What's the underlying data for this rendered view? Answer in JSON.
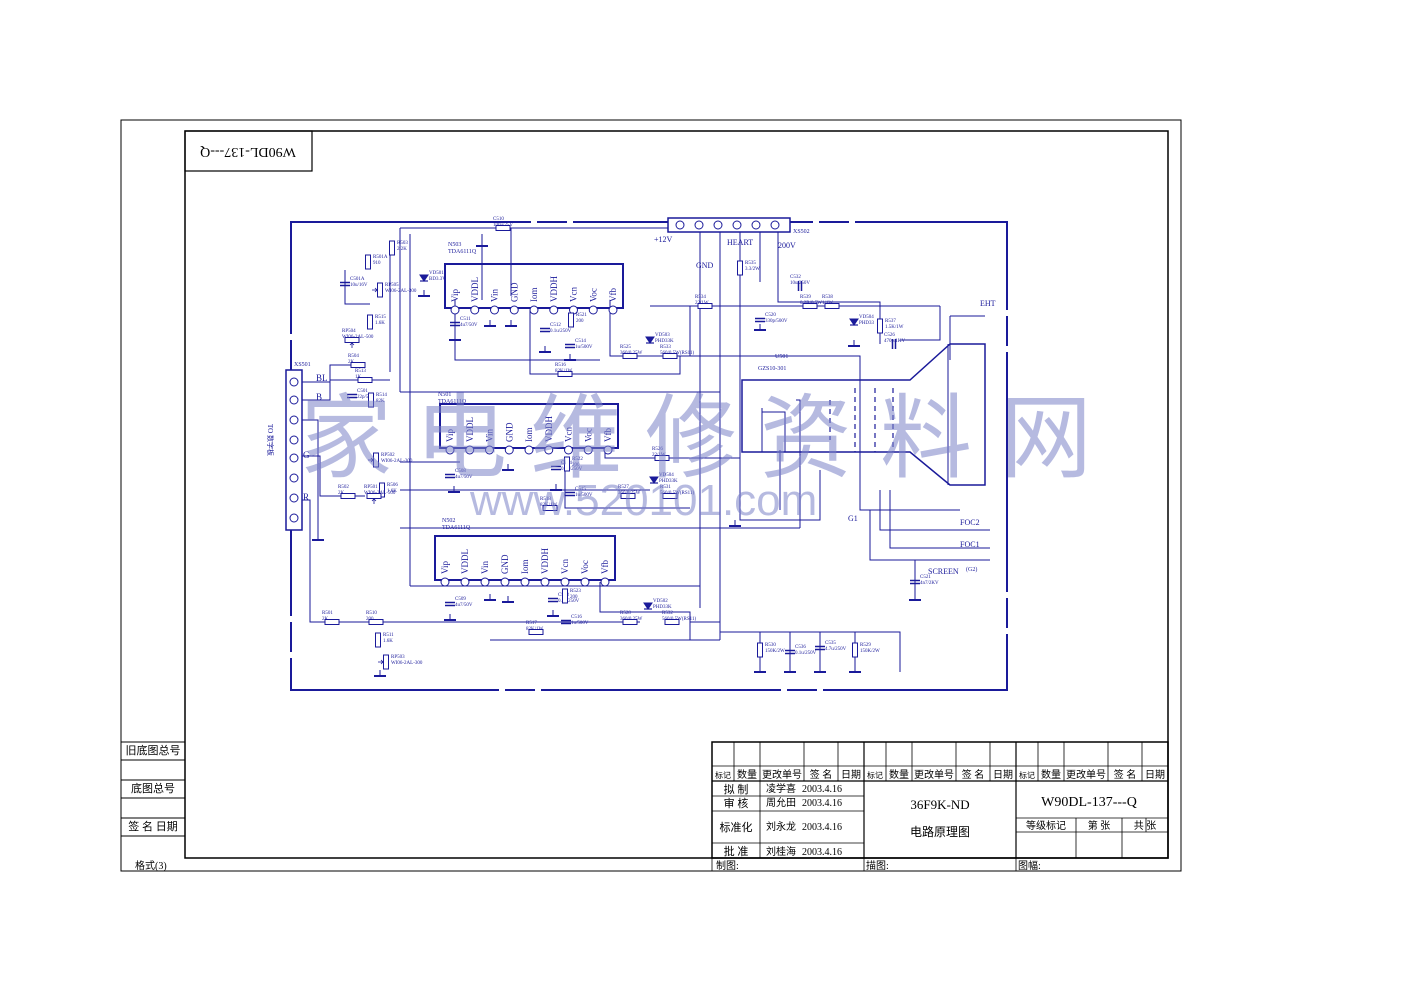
{
  "drawing": {
    "code_stamp": "W90DL-137---Q",
    "format": "格式(3)",
    "model": "36F9K-ND",
    "title": "电路原理图",
    "code": "W90DL-137---Q"
  },
  "left_margin": {
    "old_total": "旧底图总号",
    "base_total": "底图总号",
    "sign_date": "签  名  日期"
  },
  "title_block": {
    "headers": [
      "标记",
      "数量",
      "更改单号",
      "签  名",
      "日期"
    ],
    "roles": [
      "拟    制",
      "审    核",
      "标准化",
      "批    准"
    ],
    "names": [
      "凌学喜",
      "周允田",
      "刘永龙",
      "刘桂海"
    ],
    "dates": [
      "2003.4.16",
      "2003.4.16",
      "2003.4.16",
      "2003.4.16"
    ],
    "grade": "等级标记",
    "sheet": "第    张",
    "total": "共    张",
    "drawn": "制图:",
    "traced": "描图:",
    "format_label": "图幅:"
  },
  "schematic": {
    "connector_top": "XS502",
    "connector_top_labels": [
      "+12V",
      "HEART",
      "200V",
      "GND"
    ],
    "connector_left": "XS501",
    "connector_left_label": "TO 数字板",
    "rgb_labels": [
      "BL",
      "B",
      "G",
      "R"
    ],
    "ics": [
      {
        "ref": "N503",
        "part": "TDA6111Q"
      },
      {
        "ref": "N501",
        "part": "TDA6111Q"
      },
      {
        "ref": "N502",
        "part": "TDA6111Q"
      }
    ],
    "ic_pins": [
      "Vip",
      "VDDL",
      "Vin",
      "GND",
      "Iom",
      "VDDH",
      "Vcn",
      "Voc",
      "Vfb"
    ],
    "crt_labels": [
      "EHT",
      "FOC2",
      "FOC1",
      "SCREEN",
      "(G2)",
      "G1",
      "U501",
      "GZS10-301"
    ],
    "parts": [
      "C510",
      "100u/25V",
      "R519",
      "2/0.5W",
      "R503",
      "2.2K",
      "VD501",
      "BD3.3V",
      "R501A",
      "910",
      "C501A",
      "10u/16V",
      "RP505",
      "WI06-2AL-300",
      "RP504",
      "WI06-2AL-500",
      "R515",
      "1.6K",
      "C511",
      "4u7/50V",
      "C512",
      "0.1u/250V",
      "R521",
      "200",
      "C514",
      "1u/500V",
      "R516",
      "82K/1W",
      "VD503",
      "PHD33K",
      "R525",
      "360/0.25W",
      "R533",
      "560/0.5W(RS11)",
      "R534",
      "22/1W",
      "R535",
      "3.3/2W",
      "C532",
      "10u/250V",
      "R539",
      "0.2R/0.5W",
      "R538",
      "1/1W",
      "R537",
      "1.5K/1W",
      "C526",
      "470p/1KV",
      "C520",
      "330p/500V",
      "VD504",
      "PHD33",
      "R504",
      "2K",
      "R513",
      "1K",
      "C501",
      "22p/50V",
      "R514",
      "82K",
      "N501",
      "TDA6111Q",
      "C508",
      "4u7/50V",
      "R526",
      "22/1W",
      "C514",
      "0.1u/250V",
      "R522",
      "200",
      "VD504",
      "PHD33K",
      "C515",
      "1u/500V",
      "R527",
      "360/0.25W",
      "R531",
      "560/0.5W(RS11)",
      "R518",
      "82K/1W",
      "RP502",
      "WI06-2AL-300",
      "R506",
      "1.6K",
      "R502",
      "2K",
      "RP501",
      "WI06-2AL-500",
      "N502",
      "TDA6111Q",
      "C509",
      "4u7/50V",
      "C513",
      "0.1u/250V",
      "R523",
      "200",
      "C516",
      "1u/500V",
      "R517",
      "82K/1W",
      "VD502",
      "PHD33K",
      "R528",
      "360/0.25W",
      "R532",
      "560/0.5W(RS11)",
      "R501",
      "2K",
      "R510",
      "200",
      "R511",
      "1.6K",
      "RP503",
      "WI06-2AL-300",
      "R530",
      "150K/2W",
      "C536",
      "0.1u/250V",
      "C535",
      "4.7u/250V",
      "R529",
      "150K/2W",
      "C521",
      "4n7/2KV"
    ]
  },
  "watermark": {
    "chars": [
      "家",
      "电",
      "维",
      "修",
      "资",
      "料",
      "网"
    ],
    "url": "www.520101.com"
  }
}
